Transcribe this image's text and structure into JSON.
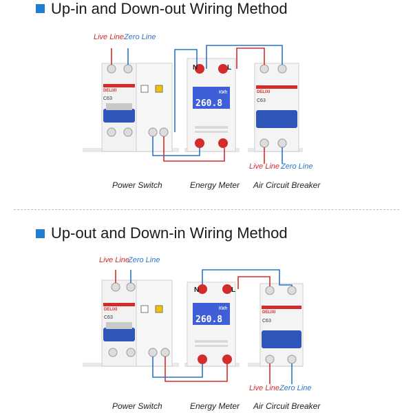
{
  "sections": [
    {
      "title": "Up-in and Down-out Wiring Method",
      "labels": {
        "top_live": "Live Line",
        "top_zero": "Zero Line",
        "bottom_live": "Live Line",
        "bottom_zero": "Zero Line",
        "meter_n": "N",
        "meter_l": "L"
      },
      "captions": [
        "Power Switch",
        "Energy Meter",
        "Air Circuit Breaker"
      ],
      "meter": {
        "unit": "KWh",
        "reading": "260.8"
      }
    },
    {
      "title": "Up-out and Down-in Wiring Method",
      "labels": {
        "top_live": "Live Line",
        "top_zero": "Zero Line",
        "bottom_live": "Live Line",
        "bottom_zero": "Zero Line",
        "meter_n": "N",
        "meter_l": "L"
      },
      "captions": [
        "Power Switch",
        "Energy Meter",
        "Air Circuit Breaker"
      ],
      "meter": {
        "unit": "KWh",
        "reading": "260.8"
      }
    }
  ],
  "brand": "DELIXI",
  "breaker_model": "C63",
  "colors": {
    "live": "#d42b2b",
    "zero": "#2a74c9",
    "accent": "#1e7fd0",
    "lcd": "#3f5fd8",
    "knob": "#2f55b8"
  }
}
